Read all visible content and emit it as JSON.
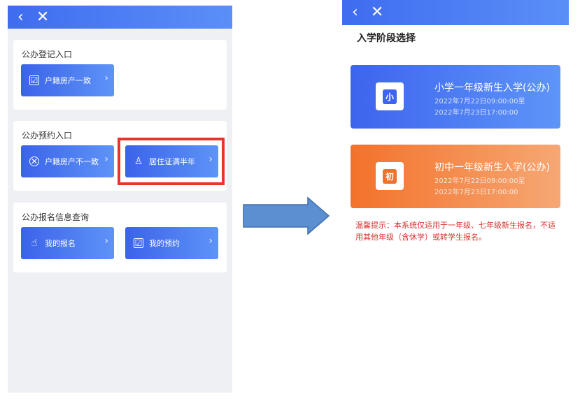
{
  "left_screen": {
    "header": {
      "back_icon": "‹",
      "close_icon": "✕"
    },
    "sections": [
      {
        "title": "公办登记入口",
        "buttons": [
          {
            "label": "户籍房产一致",
            "icon": "☑"
          }
        ]
      },
      {
        "title": "公办预约入口",
        "buttons": [
          {
            "label": "户籍房产不一致",
            "icon": "✕"
          },
          {
            "label": "居住证满半年",
            "icon": "♙"
          }
        ]
      },
      {
        "title": "公办报名信息查询",
        "buttons": [
          {
            "label": "我的报名",
            "icon": "☝"
          },
          {
            "label": "我的预约",
            "icon": "☑"
          }
        ]
      }
    ],
    "chevron": "›"
  },
  "right_screen": {
    "header": {
      "back_icon": "‹",
      "close_icon": "✕"
    },
    "title": "入学阶段选择",
    "stages": [
      {
        "icon_char": "小",
        "name": "小学一年级新生入学(公办)",
        "start": "2022年7月22日09:00:00至",
        "end": "2022年7月23日17:00:00",
        "color": "#3f6cf0"
      },
      {
        "icon_char": "初",
        "name": "初中一年级新生入学(公办)",
        "start": "2022年7月22日09:00:00至",
        "end": "2022年7月23日17:00:00",
        "color": "#f47a2c"
      }
    ],
    "notice": "温馨提示：本系统仅适用于一年级、七年级新生报名，不适用其他年级（含休学）或转学生报名。"
  },
  "colors": {
    "highlight": "#e8352b",
    "arrow": "#5b8fd1"
  }
}
